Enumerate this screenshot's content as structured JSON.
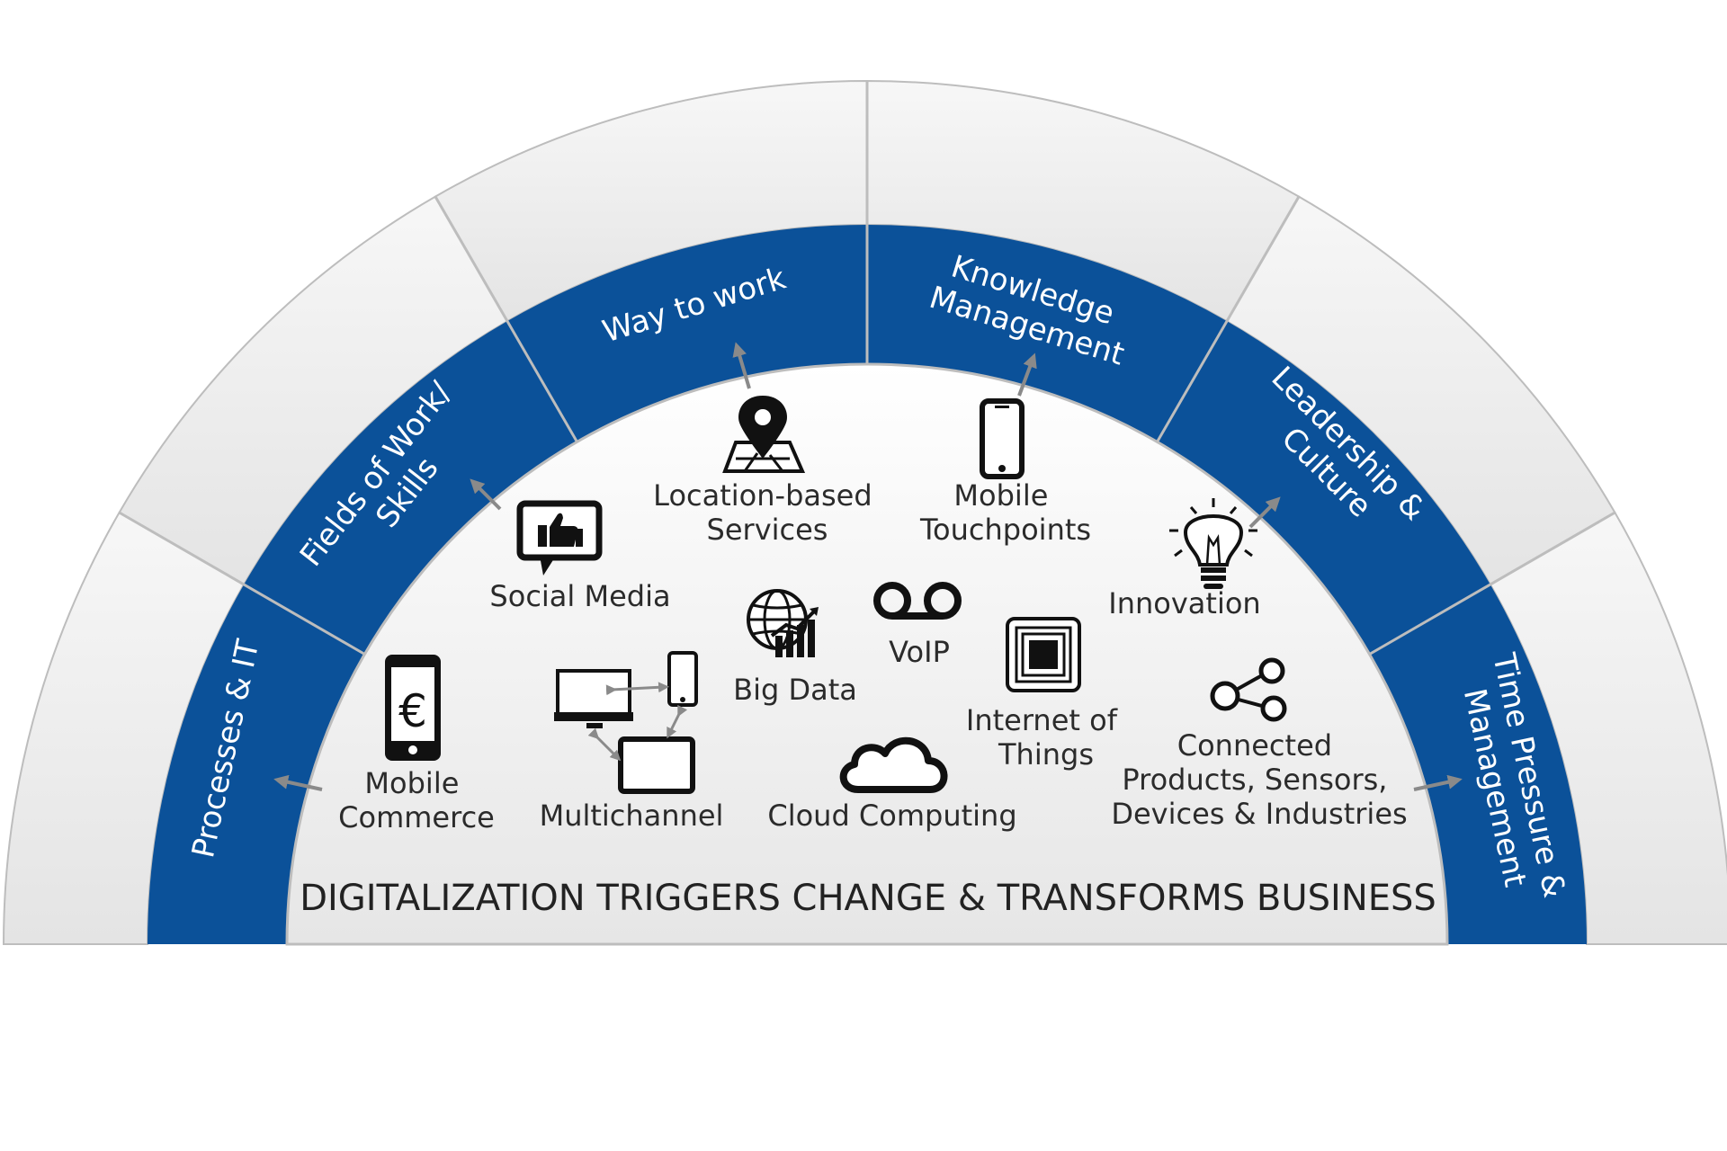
{
  "title": "DIGITALIZATION TRIGGERS CHANGE & TRANSFORMS BUSINESS",
  "colors": {
    "band": "#0b5199",
    "outer_ring": "#f2f2f2",
    "inner_area": "#eeeeee",
    "divider": "#bdbdbd",
    "arrow": "#8a8a8a",
    "icon": "#111111"
  },
  "segments": [
    {
      "id": "processes",
      "label_lines": [
        "Processes & IT"
      ]
    },
    {
      "id": "fields",
      "label_lines": [
        "Fields of Work/",
        "Skills"
      ]
    },
    {
      "id": "way",
      "label_lines": [
        "Way to work"
      ]
    },
    {
      "id": "knowledge",
      "label_lines": [
        "Knowledge",
        "Management"
      ]
    },
    {
      "id": "leadership",
      "label_lines": [
        "Leadership &",
        "Culture"
      ]
    },
    {
      "id": "time",
      "label_lines": [
        "Time Pressure &",
        "Management"
      ]
    }
  ],
  "technologies": {
    "mobile_commerce": {
      "lines": [
        "Mobile",
        "Commerce"
      ],
      "icon": "euro-phone-icon"
    },
    "social_media": {
      "lines": [
        "Social Media"
      ],
      "icon": "thumbs-up-bubble-icon"
    },
    "location_services": {
      "lines": [
        "Location-based",
        "Services"
      ],
      "icon": "map-pin-icon"
    },
    "mobile_touchpoints": {
      "lines": [
        "Mobile",
        "Touchpoints"
      ],
      "icon": "smartphone-icon"
    },
    "innovation": {
      "lines": [
        "Innovation"
      ],
      "icon": "lightbulb-icon"
    },
    "multichannel": {
      "lines": [
        "Multichannel"
      ],
      "icon": "devices-icon"
    },
    "big_data": {
      "lines": [
        "Big Data"
      ],
      "icon": "globe-chart-icon"
    },
    "voip": {
      "lines": [
        "VoIP"
      ],
      "icon": "voicemail-icon"
    },
    "iot": {
      "lines": [
        "Internet of",
        "Things"
      ],
      "icon": "chip-icon"
    },
    "cloud": {
      "lines": [
        "Cloud Computing"
      ],
      "icon": "cloud-icon"
    },
    "connected": {
      "lines": [
        "Connected",
        "Products, Sensors,",
        "Devices & Industries"
      ],
      "icon": "share-nodes-icon"
    }
  }
}
